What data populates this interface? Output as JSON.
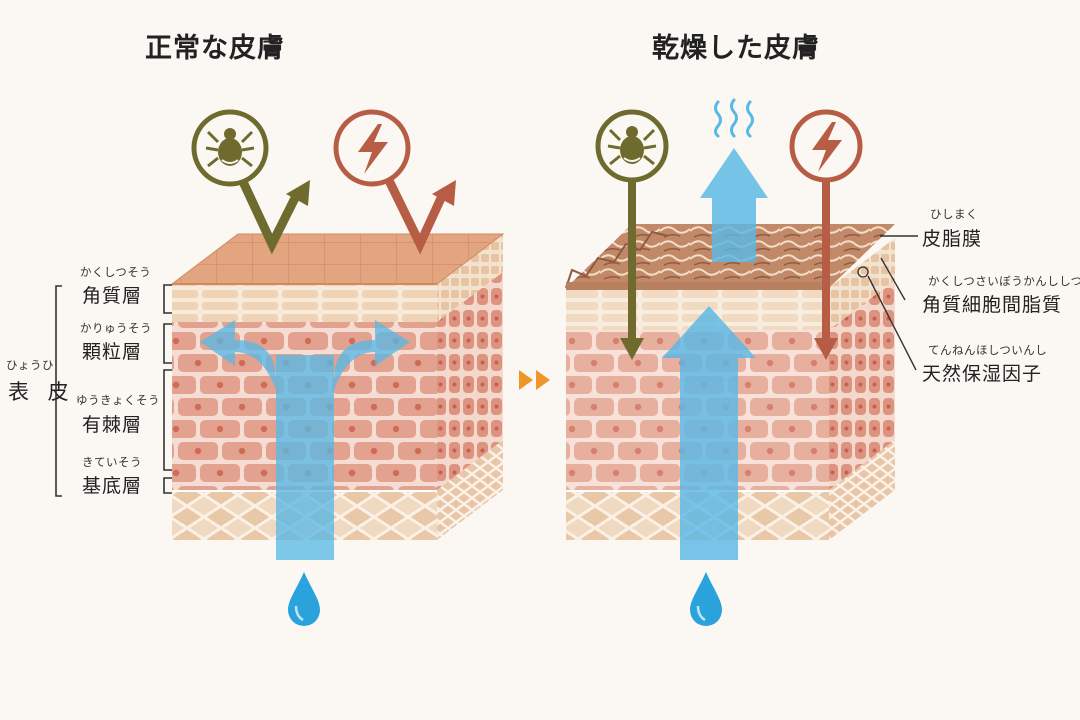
{
  "titles": {
    "normal": "正常な皮膚",
    "dry": "乾燥した皮膚"
  },
  "epidermis": {
    "reading": "ひょうひ",
    "label": "表 皮"
  },
  "layers": [
    {
      "reading": "かくしつそう",
      "label": "角質層"
    },
    {
      "reading": "かりゅうそう",
      "label": "顆粒層"
    },
    {
      "reading": "ゆうきょくそう",
      "label": "有棘層"
    },
    {
      "reading": "きていそう",
      "label": "基底層"
    }
  ],
  "annotations": [
    {
      "reading": "ひしまく",
      "label": "皮脂膜"
    },
    {
      "reading": "かくしつさいぼうかんししつ",
      "label": "角質細胞間脂質"
    },
    {
      "reading": "てんねんほしついんし",
      "label": "天然保湿因子"
    }
  ],
  "icons": {
    "irritant": "mite-icon",
    "stimulus": "lightning-icon",
    "moisture": "water-drop-icon",
    "evaporation": "steam-icon",
    "transition": "double-chevron-right-icon"
  },
  "colors": {
    "background": "#fbf8f3",
    "allergen": "#6f6b2e",
    "stimulus": "#b85d45",
    "water": "#5ab8e6",
    "transition": "#f0952a",
    "horny_top": "#e2a57f",
    "skin_cells": "#e4a190",
    "dry_top": "#b98060"
  }
}
